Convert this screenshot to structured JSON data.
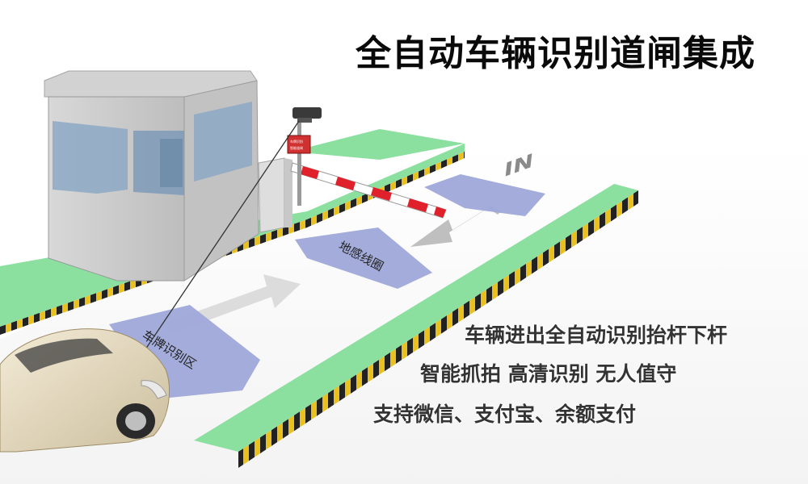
{
  "title": "全自动车辆识别道闸集成",
  "features": [
    "车辆进出全自动识别抬杆下杆",
    "智能抓拍 高清识别 无人值守"
  ],
  "features_line3": "支持微信、支付宝、余额支付",
  "zones": {
    "loop": "地感线圈",
    "plate": "车牌识别区"
  },
  "road_marking": "IN",
  "camera_display": [
    "车牌识别",
    "智能道闸"
  ],
  "colors": {
    "curb_green": "#8be0a0",
    "zone_blue": "#9ea8d9",
    "barrier_red": "#e0202a"
  }
}
